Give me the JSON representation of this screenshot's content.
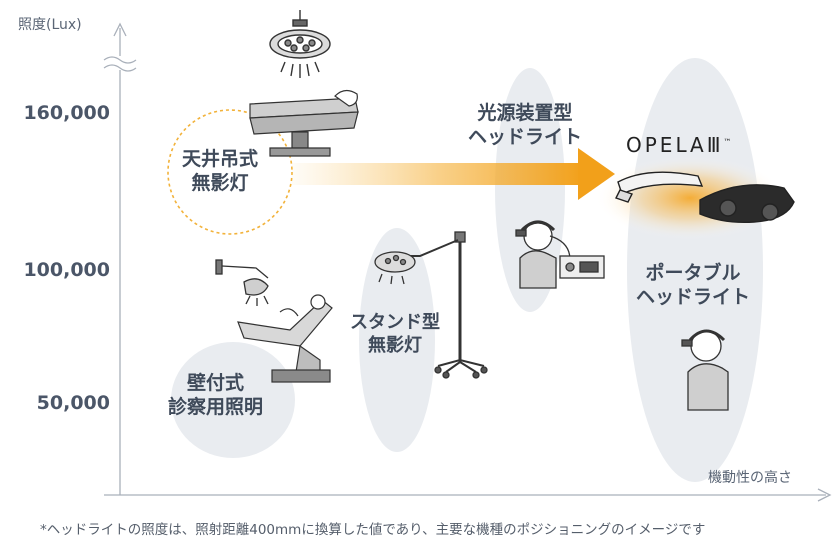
{
  "axes": {
    "y_title": "照度(Lux)",
    "x_title": "機動性の高さ",
    "y_ticks": [
      "160,000",
      "100,000",
      "50,000"
    ]
  },
  "categories": {
    "ceiling": "天井吊式\n無影灯",
    "wall": "壁付式\n診察用照明",
    "stand": "スタンド型\n無影灯",
    "source_headlight": "光源装置型\nヘッドライト",
    "portable_headlight": "ポータブル\nヘッドライト"
  },
  "product": {
    "logo_text": "OPELAⅢ",
    "logo_mark": "™"
  },
  "footnote": "*ヘッドライトの照度は、照射距離400mmに換算した値であり、主要な機種のポジショニングのイメージです",
  "colors": {
    "blob": "#e9ecf0",
    "label": "#3f4a5a",
    "arrow": "#f2a01a",
    "glow": "#f5b23c",
    "ceiling_ring": "#f2b23a",
    "axis": "#a9b0ba"
  },
  "icons": [
    "ceiling-surgical-light-icon",
    "operating-table-icon",
    "wall-exam-light-icon",
    "dental-chair-icon",
    "stand-surgical-light-icon",
    "headlight-wearer-icon",
    "light-source-unit-icon",
    "headlight-product-icon"
  ]
}
